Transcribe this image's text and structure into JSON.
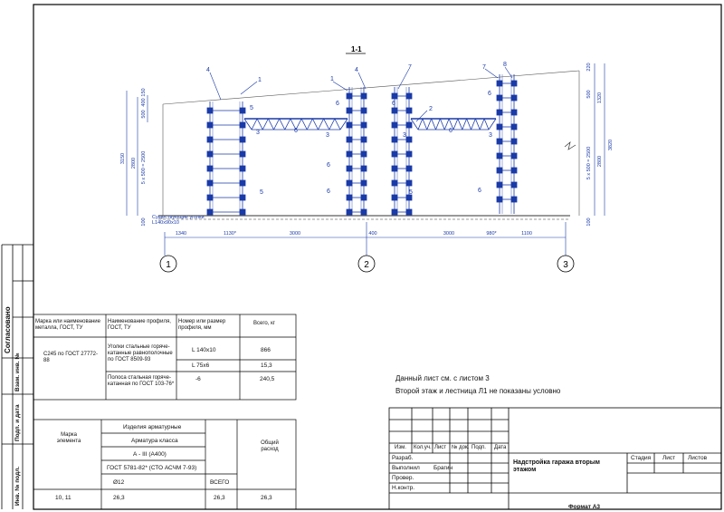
{
  "drawing": {
    "section_label": "1-1",
    "axes": [
      "1",
      "2",
      "3"
    ],
    "dims_bottom": [
      "1340",
      "1130*",
      "3000",
      "400",
      "3000",
      "980*",
      "1100"
    ],
    "dims_left": [
      "3150",
      "2800",
      "5 x 500 = 2500",
      "100",
      "500",
      "400",
      "150"
    ],
    "dims_right": [
      "220",
      "500",
      "1320",
      "5 x 500 = 2500",
      "2800",
      "3820",
      "100"
    ],
    "callouts": [
      "1",
      "2",
      "3",
      "4",
      "5",
      "6",
      "7",
      "8"
    ],
    "existing_label_line1": "Существующие уголки",
    "existing_label_line2": "L140x90x10"
  },
  "stamp_left": {
    "agreed": "Согласовано",
    "inv_original": "Инв. № подл.",
    "sign_date": "Подп. и дата",
    "replace_inv": "Взам. инв. №"
  },
  "steel_table": {
    "headers": [
      "Марка или наименование металла, ГОСТ, ТУ",
      "Наименование профиля, ГОСТ, ТУ",
      "Номер или размер профиля, мм",
      "Всего, кг"
    ],
    "material": "С245 по ГОСТ 27772-88",
    "rows": [
      {
        "profile": "Уголки стальные горяче-катанные равнополочные по ГОСТ 8509-93",
        "size": "L 140x10",
        "total": "866"
      },
      {
        "profile": "",
        "size": "L 75x6",
        "total": "15,3"
      },
      {
        "profile": "Полоса стальная горяче-катанная по ГОСТ 103-76*",
        "size": "-6",
        "total": "240,5"
      }
    ]
  },
  "rebar_table": {
    "mark_header": "Марка элемента",
    "items_header": "Изделия арматурные",
    "class_header": "Арматура класса",
    "class_value": "А - III (А400)",
    "gost": "ГОСТ 5781-82* (СТО АСЧМ 7-93)",
    "diameter": "Ø12",
    "total_header": "ВСЕГО",
    "overall_header": "Общий расход",
    "row": {
      "mark": "10, 11",
      "value": "26,3",
      "total": "26,3",
      "overall": "26,3"
    }
  },
  "notes": [
    "Данный лист см. с листом 3",
    "Второй этаж и лестница Л1 не показаны условно"
  ],
  "title_block": {
    "col_headers": [
      "Изм.",
      "Кол.уч.",
      "Лист",
      "№ док.",
      "Подп.",
      "Дата"
    ],
    "roles": [
      "Разраб.",
      "Выполнил",
      "Провер.",
      "Н.контр."
    ],
    "executor": "Брагин",
    "title": "Надстройка гаража вторым этажом",
    "stage_header": "Стадия",
    "sheet_header": "Лист",
    "sheets_header": "Листов",
    "format": "Формат А3"
  }
}
